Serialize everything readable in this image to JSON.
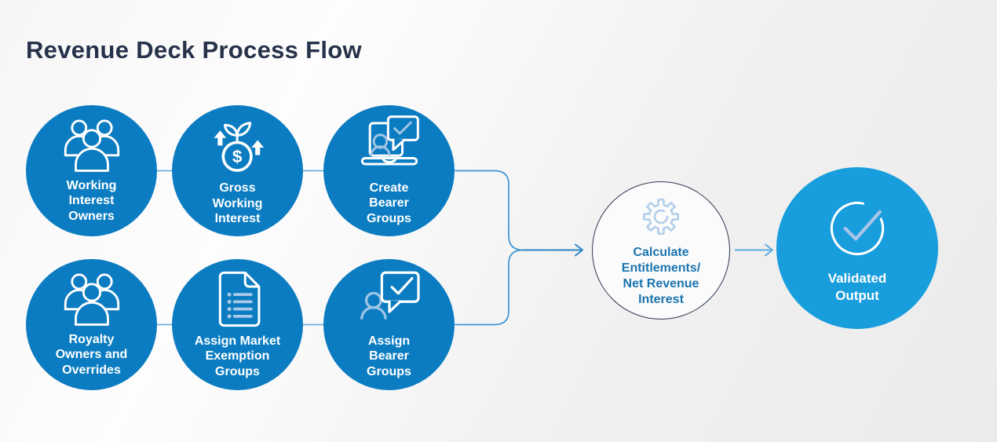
{
  "title": "Revenue Deck Process Flow",
  "nodes": [
    {
      "id": "working-interest-owners",
      "label": "Working\nInterest\nOwners",
      "icon": "people-group-icon"
    },
    {
      "id": "gross-working-interest",
      "label": "Gross\nWorking\nInterest",
      "icon": "money-growth-icon"
    },
    {
      "id": "create-bearer-groups",
      "label": "Create\nBearer\nGroups",
      "icon": "laptop-check-icon"
    },
    {
      "id": "royalty-owners-and-overrides",
      "label": "Royalty\nOwners and\nOverrides",
      "icon": "people-group-icon"
    },
    {
      "id": "assign-market-exemption-groups",
      "label": "Assign Market\nExemption\nGroups",
      "icon": "document-list-icon"
    },
    {
      "id": "assign-bearer-groups",
      "label": "Assign\nBearer\nGroups",
      "icon": "person-bubble-check-icon"
    },
    {
      "id": "calculate-entitlements-nri",
      "label": "Calculate\nEntitlements/\nNet Revenue\nInterest",
      "icon": "gear-icon"
    },
    {
      "id": "validated-output",
      "label": "Validated\nOutput",
      "icon": "check-circle-icon"
    }
  ],
  "colors": {
    "node_blue": "#0b7cc1",
    "final_blue": "#189ddd",
    "light_icon_blue": "#9fc4e5",
    "connector_blue": "#4a9bd4",
    "title_navy": "#26324a",
    "calc_text_blue": "#1a74ae",
    "calc_border_navy": "#2e3a50"
  }
}
